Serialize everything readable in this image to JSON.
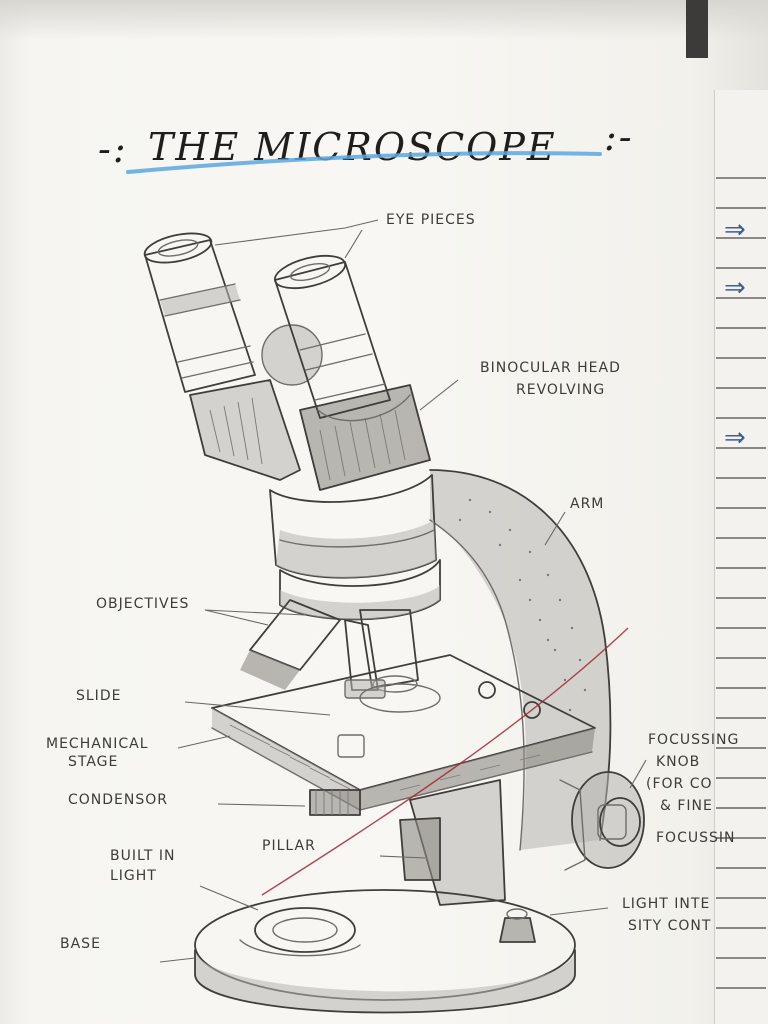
{
  "diagram": {
    "title_prefix": "-:",
    "title": "THE MICROSCOPE",
    "title_suffix": ":-",
    "accent_color": "#5aa7df",
    "pencil_color": "#6f6d69",
    "red_line_color": "#a32636",
    "labels": {
      "eye_pieces": "EYE PIECES",
      "binocular_1": "BINOCULAR HEAD",
      "binocular_2": "REVOLVING",
      "arm": "ARM",
      "objectives": "OBJECTIVES",
      "slide": "SLIDE",
      "mechanical_1": "MECHANICAL",
      "mechanical_2": "STAGE",
      "condensor": "CONDENSOR",
      "focus_1": "FOCUSSING",
      "focus_2": "KNOB",
      "focus_3": "(FOR CO",
      "focus_4": "& FINE",
      "focus_5": "FOCUSSIN",
      "pillar": "PILLAR",
      "built_1": "BUILT IN",
      "built_2": "LIGHT",
      "light_int_1": "LIGHT INTE",
      "light_int_2": "SITY CONT",
      "base": "BASE"
    },
    "side_arrows": [
      "⇒",
      "⇒",
      "⇒"
    ]
  }
}
